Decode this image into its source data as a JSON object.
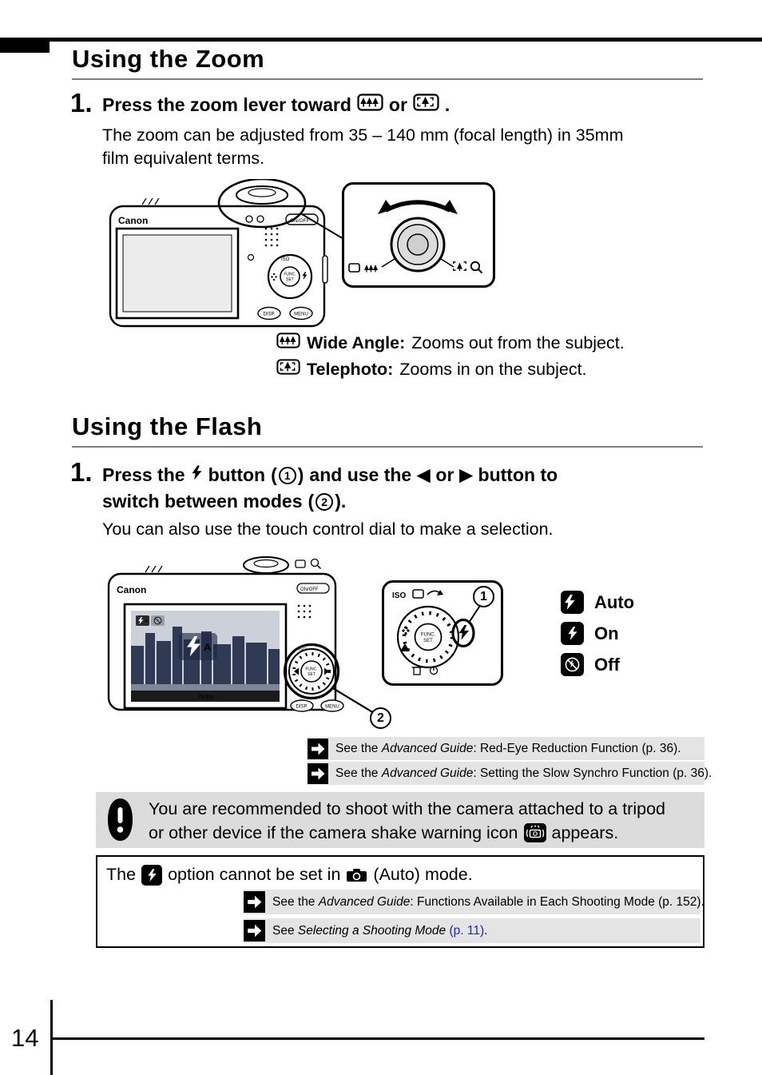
{
  "zoom_section": {
    "title": "Using the Zoom",
    "step_number": "1.",
    "step": {
      "z1": "Press the zoom lever toward",
      "or": "or",
      "period": "."
    },
    "body": "The zoom can be adjusted from 35 – 140 mm (focal length) in 35mm film equivalent terms.",
    "legend": {
      "wide_label": "Wide Angle:",
      "wide_text": "Zooms out from the subject.",
      "tele_label": "Telephoto:",
      "tele_text": "Zooms in on the subject."
    }
  },
  "flash_section": {
    "title": "Using the Flash",
    "step_number": "1.",
    "step": {
      "t1": "Press the",
      "t2": "button",
      "po": "(",
      "pc": ")",
      "t3": "and use the",
      "t4": "or",
      "t5": "button to",
      "t6": "switch between modes",
      "pcd": ")."
    },
    "body": "You can also use the touch control dial to make a selection.",
    "modes": [
      {
        "label": "Auto"
      },
      {
        "label": "On"
      },
      {
        "label": "Off"
      }
    ]
  },
  "callouts": {
    "one": "1",
    "two": "2"
  },
  "icons": {
    "left_arrow": "◀",
    "right_arrow": "▶",
    "auto_letter": "A"
  },
  "notes": [
    {
      "see": "See the ",
      "guide": "Advanced Guide",
      "rest": ": Red-Eye Reduction Function (p. 36)."
    },
    {
      "see": "See the ",
      "guide": "Advanced Guide",
      "rest": ": Setting the Slow Synchro Function (p. 36)."
    }
  ],
  "warning": {
    "line1": "You are recommended to shoot with the camera attached to a tripod",
    "line2a": "or other device if the camera shake warning icon",
    "line2b": "appears."
  },
  "restriction": {
    "r1": "The",
    "r2": "option cannot be set in",
    "r3": "(Auto) mode.",
    "note1": {
      "see": "See the ",
      "guide": "Advanced Guide",
      "rest": ": Functions Available in Each Shooting Mode (p. 152)."
    },
    "note2": {
      "see": "See ",
      "guide": "Selecting a Shooting Mode",
      "link": " (p. 11)",
      "rest": "."
    }
  },
  "camera": {
    "brand": "Canon",
    "onoff": "ON/OFF",
    "func_line1": "FUNC.",
    "func_line2": "SET",
    "iso": "ISO",
    "disp": "DISP.",
    "menu": "MENU",
    "lcd_mode": "Auto"
  },
  "footer": {
    "page_number": "14"
  }
}
